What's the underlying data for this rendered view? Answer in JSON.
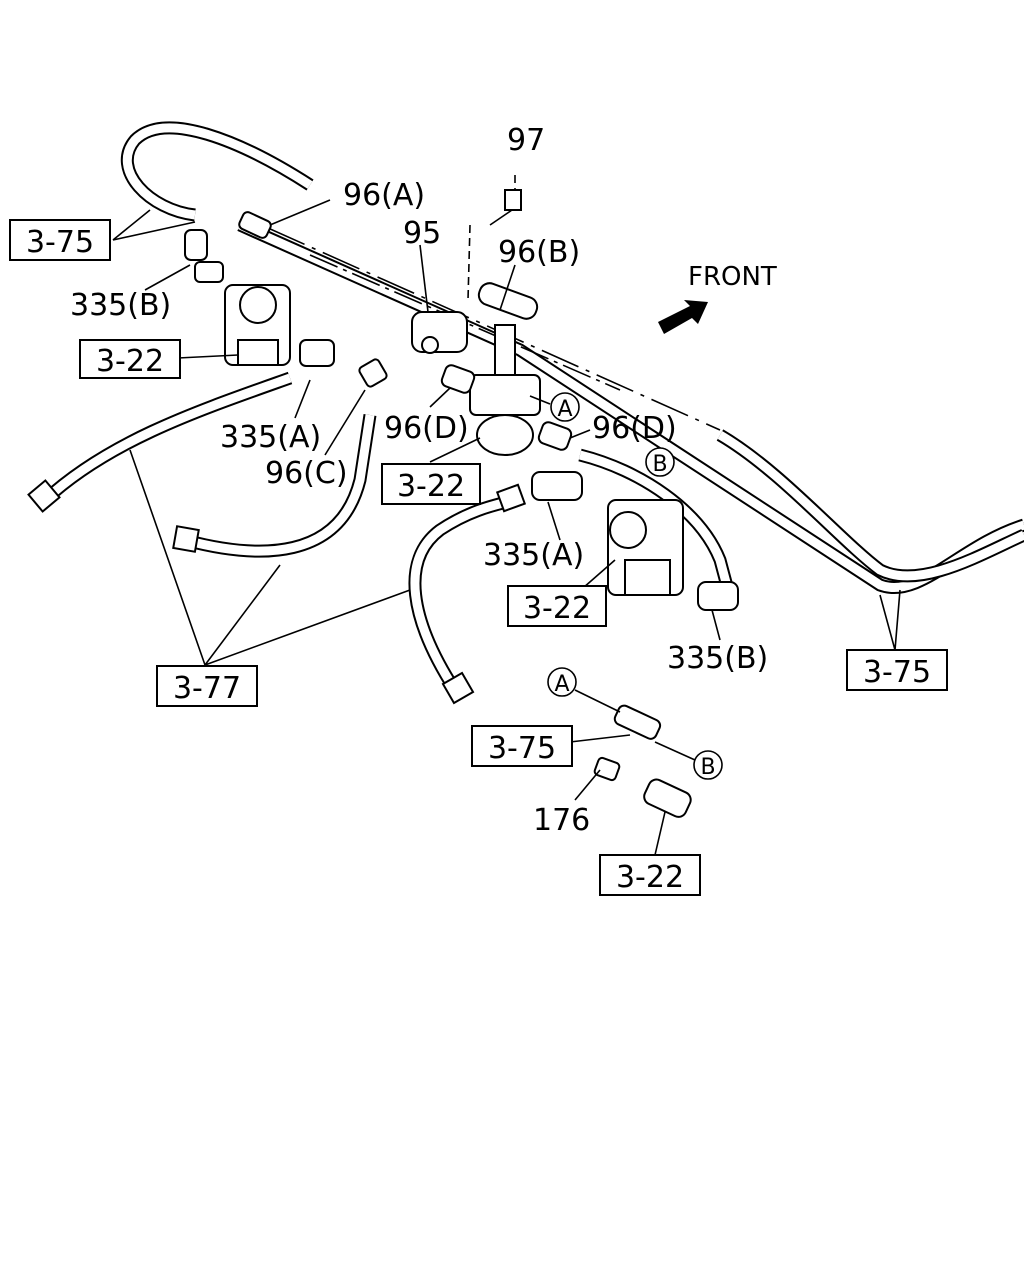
{
  "labels": {
    "p97": "97",
    "p96a": "96(A)",
    "p95": "95",
    "p96b": "96(B)",
    "front": "FRONT",
    "p335b_top": "335(B)",
    "p335a_left": "335(A)",
    "p96c": "96(C)",
    "p96d_left": "96(D)",
    "p96d_right": "96(D)",
    "p335a_mid": "335(A)",
    "p335b_right": "335(B)",
    "p176": "176",
    "circ_a_top": "A",
    "circ_b_top": "B",
    "circ_a_bot": "A",
    "circ_b_bot": "B"
  },
  "refs": {
    "r375_tl": "3-75",
    "r322_l": "3-22",
    "r322_c": "3-22",
    "r322_r": "3-22",
    "r377": "3-77",
    "r375_r": "3-75",
    "r375_b": "3-75",
    "r322_b": "3-22"
  }
}
